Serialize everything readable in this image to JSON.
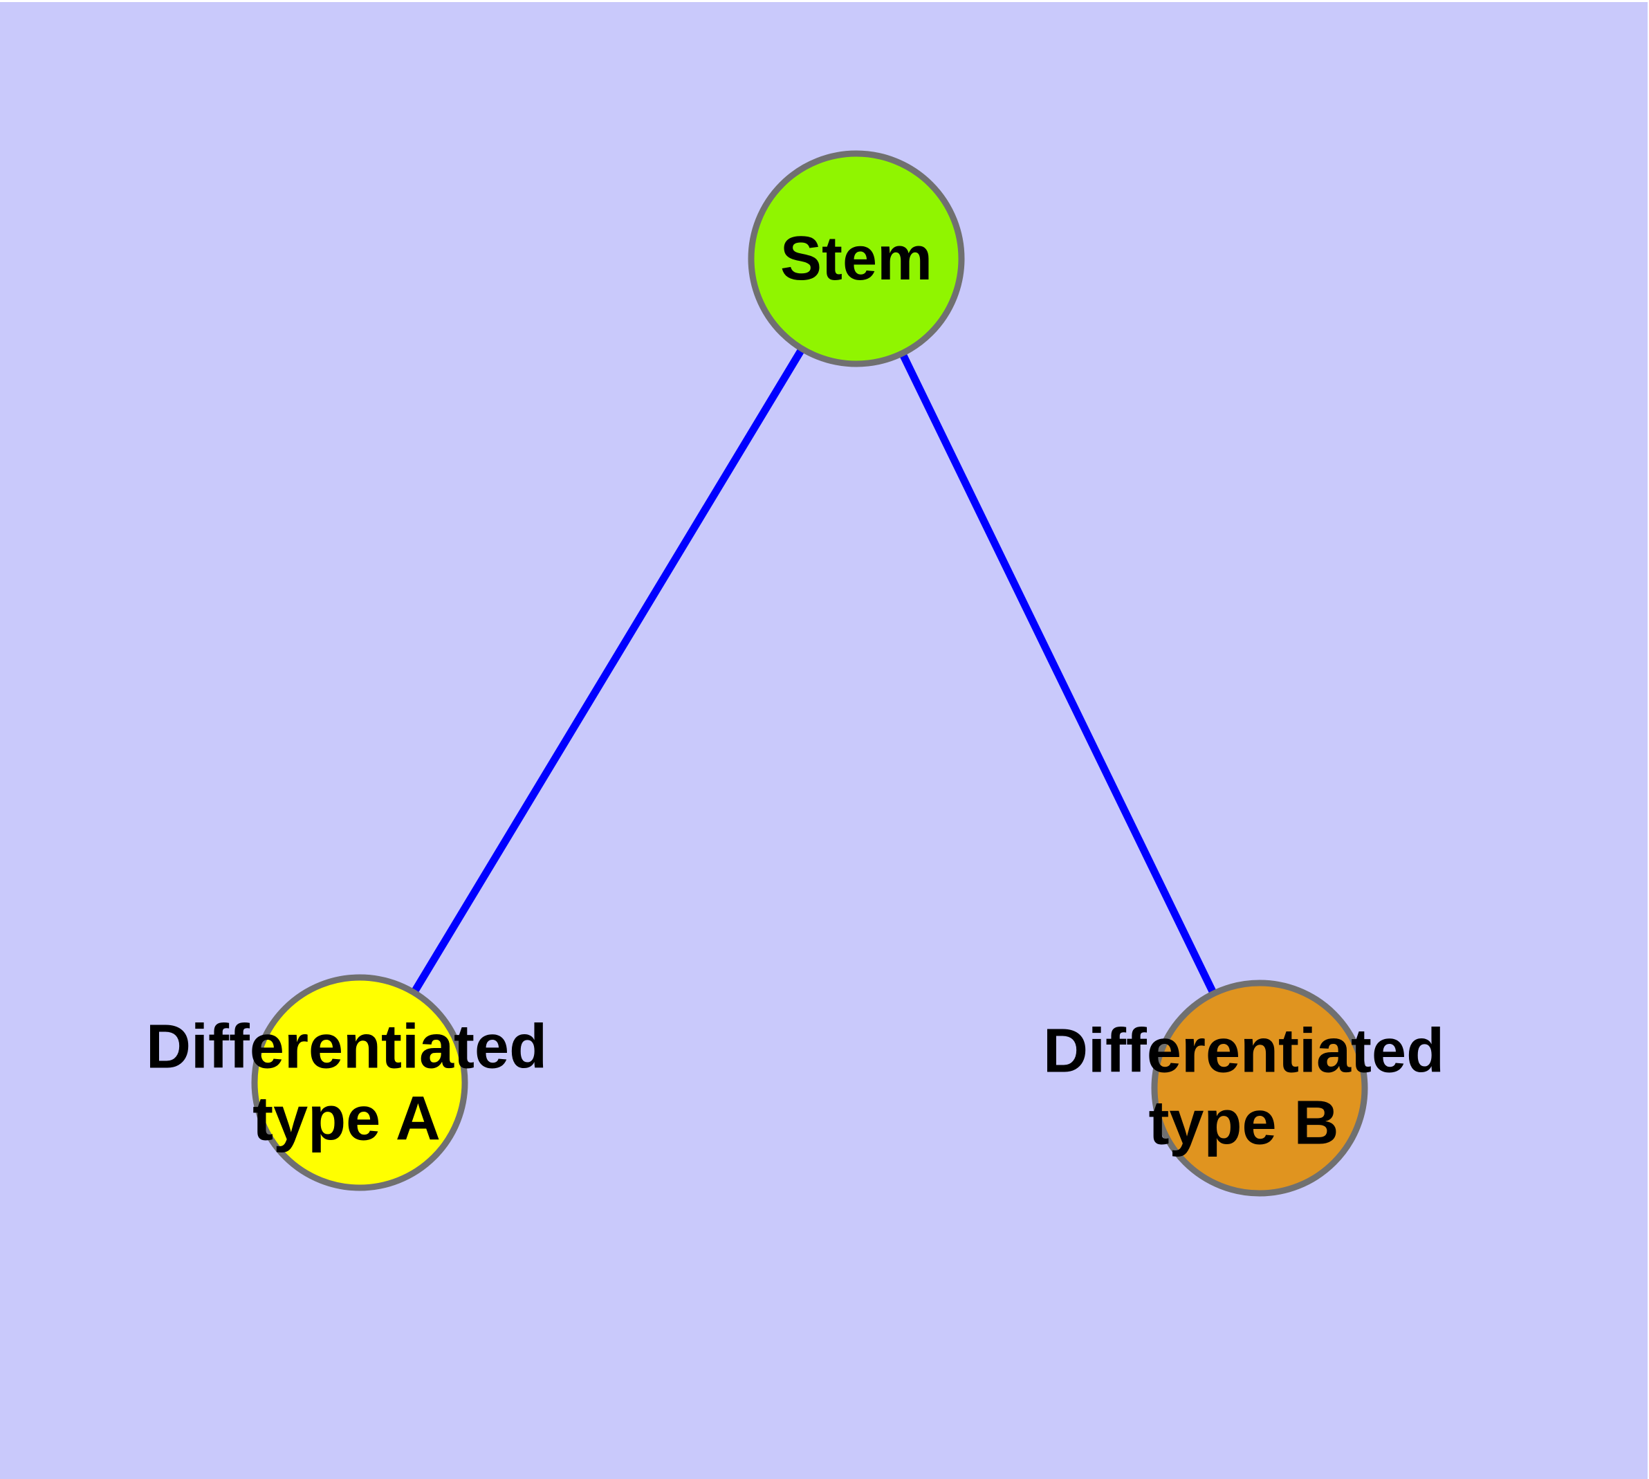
{
  "background": {
    "page_color": "#ffffff",
    "canvas_color": "#c9c9fb"
  },
  "edges": {
    "color": "#0000ff",
    "items": [
      {
        "from": "Stem",
        "to": "Differentiated type A"
      },
      {
        "from": "Stem",
        "to": "Differentiated type B"
      }
    ]
  },
  "nodes": {
    "border_color": "#707070",
    "text_color": "#000000",
    "stem": {
      "label": "Stem",
      "fill": "#90f500"
    },
    "diff_a": {
      "label_line1": "Differentiated",
      "label_line2": "type A",
      "fill": "#ffff00"
    },
    "diff_b": {
      "label_line1": "Differentiated",
      "label_line2": "type B",
      "fill": "#e0941f"
    }
  }
}
